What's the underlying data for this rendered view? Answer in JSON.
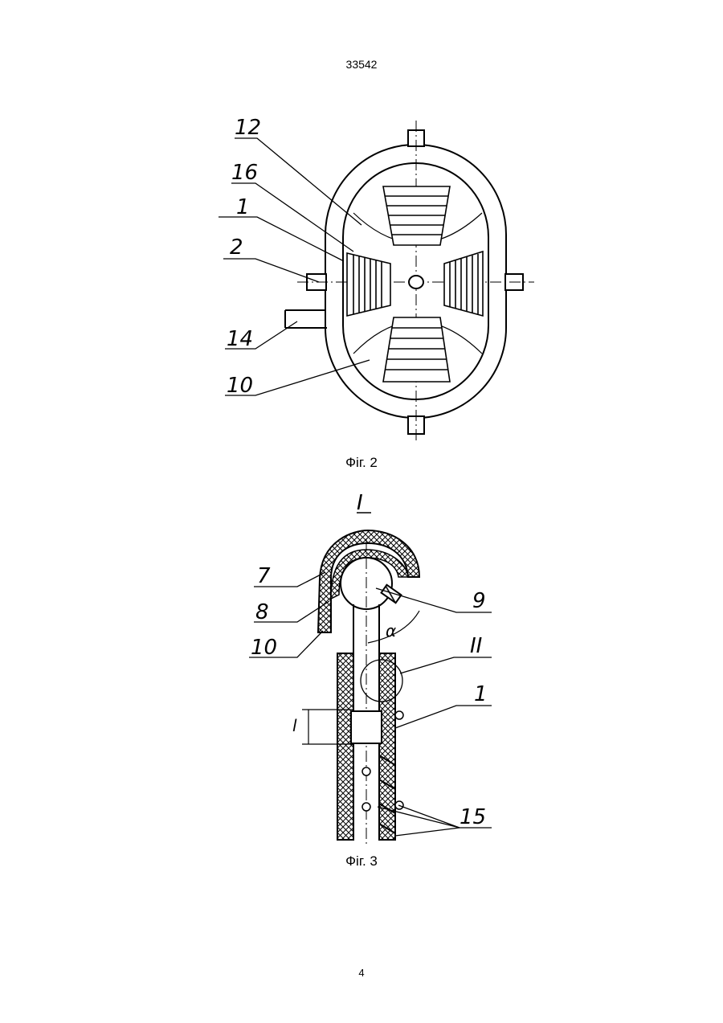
{
  "header": {
    "doc_number": "33542"
  },
  "figure2": {
    "caption": "Фіг. 2",
    "labels": [
      "12",
      "16",
      "1",
      "2",
      "14",
      "10"
    ]
  },
  "figure3": {
    "caption": "Фіг. 3",
    "view_label": "I",
    "detail_label": "II",
    "labels": [
      "7",
      "8",
      "10",
      "9",
      "1",
      "15"
    ],
    "angle_symbol": "α",
    "length_symbol": "l"
  },
  "footer": {
    "page_number": "4"
  }
}
